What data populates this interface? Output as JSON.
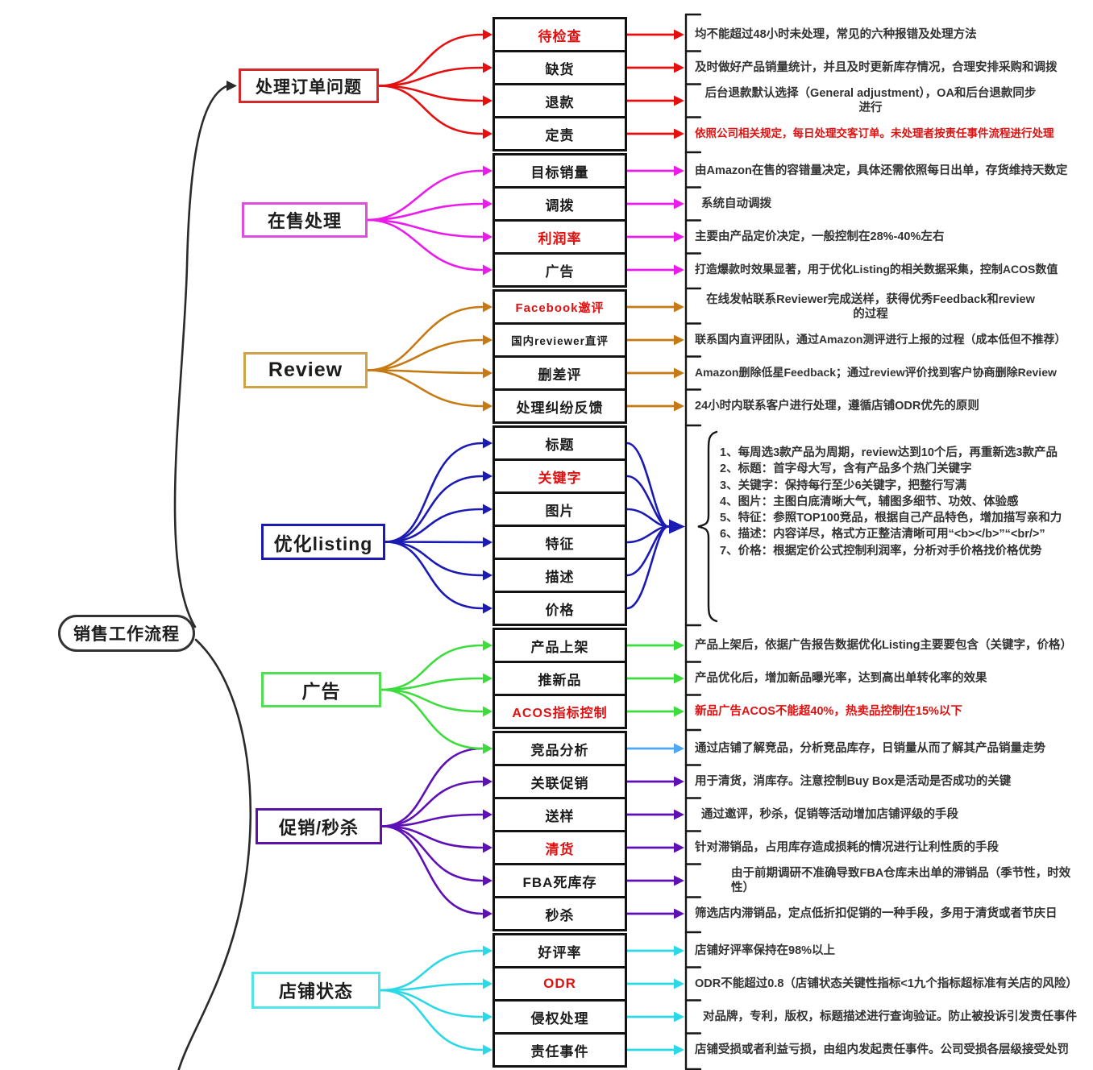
{
  "root": {
    "label": "销售工作流程"
  },
  "colors": {
    "red_accent": "#e01111",
    "box_border": "#121212",
    "line_black": "#2a2a2a",
    "desc_text": "#333333",
    "root_border": "#4d4d4d"
  },
  "sections": [
    {
      "key": "orders",
      "label": "处理订单问题",
      "color": "#d22a2a",
      "line": "#e60f0f",
      "items": [
        {
          "label": "待检查",
          "red": true,
          "desc": "均不能超过48小时未处理，常见的六种报错及处理方法"
        },
        {
          "label": "缺货",
          "desc": "及时做好产品销量统计，并且及时更新库存情况，合理安排采购和调拨"
        },
        {
          "label": "退款",
          "desc": "后台退款默认选择（General adjustment），OA和后台退款同步进行",
          "desc_center": true
        },
        {
          "label": "定责",
          "desc": "依照公司相关规定，每日处理交客订单。未处理者按责任事件流程进行处理",
          "desc_red": true,
          "desc_size": 13.5
        }
      ]
    },
    {
      "key": "onsale",
      "label": "在售处理",
      "color": "#e04ee0",
      "line": "#ea1cea",
      "items": [
        {
          "label": "目标销量",
          "desc": "由Amazon在售的容错量决定，具体还需依照每日出单，存货维持天数定"
        },
        {
          "label": "调拨",
          "desc": "系统自动调拨",
          "desc_indent": 8
        },
        {
          "label": "利润率",
          "red": true,
          "desc": "主要由产品定价决定，一般控制在28%-40%左右"
        },
        {
          "label": "广告",
          "desc": "打造爆款时效果显著，用于优化Listing的相关数据采集，控制ACOS数值",
          "desc_size": 14
        }
      ]
    },
    {
      "key": "review",
      "label": "Review",
      "color": "#cfa24a",
      "line": "#c57a14",
      "items": [
        {
          "label": "Facebook邀评",
          "red": true,
          "desc": "在线发帖联系Reviewer完成送样，获得优秀Feedback和review的过程",
          "desc_center": true
        },
        {
          "label": "国内reviewer直评",
          "desc": "联系国内直评团队，通过Amazon测评进行上报的过程（成本低但不推荐）",
          "desc_size": 14
        },
        {
          "label": "删差评",
          "desc": "Amazon删除低星Feedback；通过review评价找到客户协商删除Review",
          "desc_size": 14
        },
        {
          "label": "处理纠纷反馈",
          "desc": "24小时内联系客户进行处理，遵循店铺ODR优先的原则"
        }
      ]
    },
    {
      "key": "listing",
      "label": "优化listing",
      "color": "#1b1bb3",
      "line": "#1b1bb3",
      "items": [
        {
          "label": "标题"
        },
        {
          "label": "关键字",
          "red": true
        },
        {
          "label": "图片"
        },
        {
          "label": "特征"
        },
        {
          "label": "描述"
        },
        {
          "label": "价格"
        }
      ],
      "notes": [
        "1、每周选3款产品为周期，review达到10个后，再重新选3款产品",
        "2、标题：首字母大写，含有产品多个热门关键字",
        "3、关键字：保持每行至少6关键字，把整行写满",
        "4、图片：主图白底清晰大气，辅图多细节、功效、体验感",
        "5、特征：参照TOP100竞品，根据自己产品特色，增加描写亲和力",
        "6、描述：内容详尽，格式方正整洁清晰可用“<b></b>”“<br/>”",
        "7、价格：根据定价公式控制利润率，分析对手价格找价格优势"
      ]
    },
    {
      "key": "ads",
      "label": "广告",
      "color": "#52e052",
      "line": "#3ddc3d",
      "also_links_to": {
        "section": "promo",
        "item": 0
      },
      "items": [
        {
          "label": "产品上架",
          "desc": "产品上架后，依据广告报告数据优化Listing主要要包含（关键字，价格）"
        },
        {
          "label": "推新品",
          "desc": "产品优化后，增加新品曝光率，达到高出单转化率的效果"
        },
        {
          "label": "ACOS指标控制",
          "red": true,
          "desc": "新品广告ACOS不能超40%，热卖品控制在15%以下",
          "desc_red": true
        }
      ]
    },
    {
      "key": "promo",
      "label": "促销/秒杀",
      "color": "#5c12a6",
      "line": "#5f10b5",
      "items": [
        {
          "label": "竞品分析",
          "desc": "通过店铺了解竞品，分析竞品库存，日销量从而了解其产品销量走势",
          "desc_arrow": "#4da7f2"
        },
        {
          "label": "关联促销",
          "desc": "用于清货，消库存。注意控制Buy Box是活动是否成功的关键"
        },
        {
          "label": "送样",
          "desc": "通过邀评，秒杀，促销等活动增加店铺评级的手段",
          "desc_indent": 8
        },
        {
          "label": "清货",
          "red": true,
          "desc": "针对滞销品，占用库存造成损耗的情况进行让利性质的手段"
        },
        {
          "label": "FBA死库存",
          "desc": "由于前期调研不准确导致FBA仓库未出单的滞销品（季节性，时效性）",
          "desc_indent": 45
        },
        {
          "label": "秒杀",
          "desc": "筛选店内滞销品，定点低折扣促销的一种手段，多用于清货或者节庆日"
        }
      ]
    },
    {
      "key": "shop",
      "label": "店铺状态",
      "color": "#52e5e5",
      "line": "#2bd9e6",
      "items": [
        {
          "label": "好评率",
          "desc": "店铺好评率保持在98%以上"
        },
        {
          "label": "ODR",
          "red": true,
          "desc": "ODR不能超过0.8（店铺状态关键性指标<1九个指标超标准有关店的风险）"
        },
        {
          "label": "侵权处理",
          "desc": "对品牌，专利，版权，标题描述进行查询验证。防止被投诉引发责任事件",
          "desc_indent": 10
        },
        {
          "label": "责任事件",
          "desc": "店铺受损或者利益亏损，由组内发起责任事件。公司受损各层级接受处罚"
        }
      ]
    }
  ]
}
